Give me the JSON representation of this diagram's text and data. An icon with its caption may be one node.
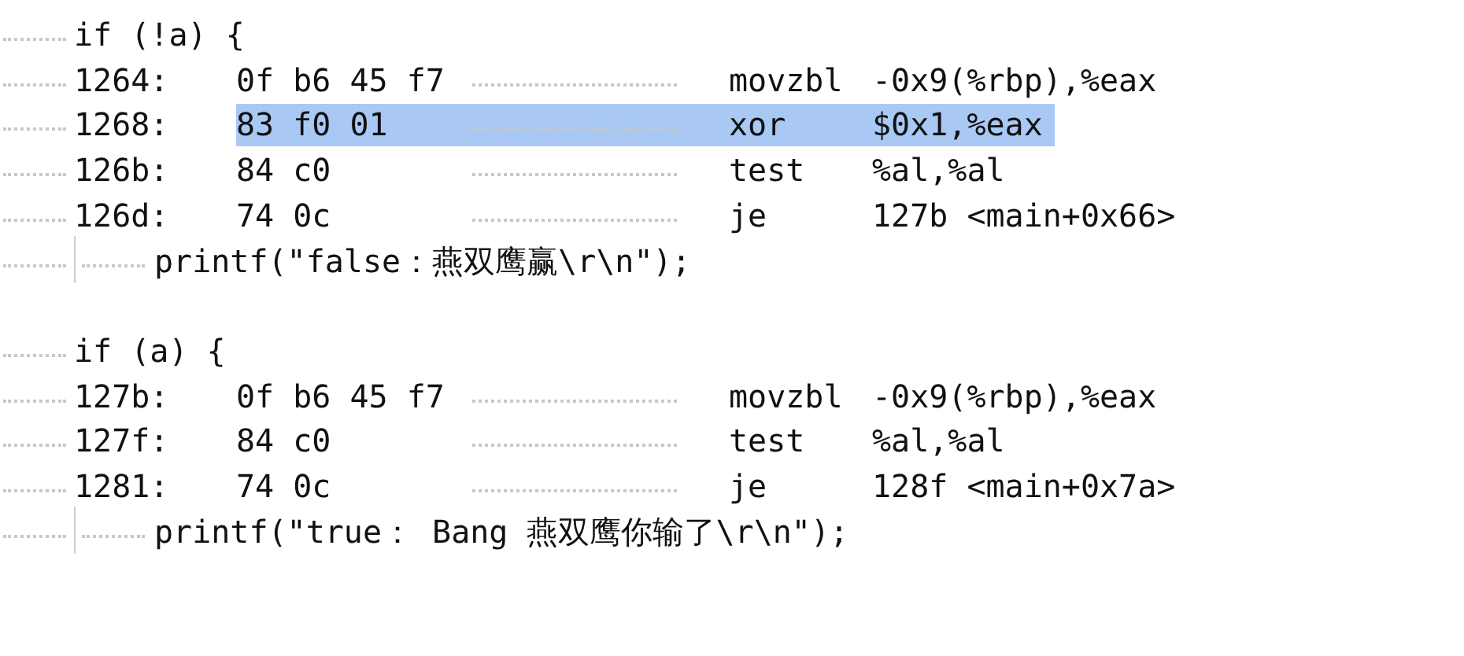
{
  "diagram": {
    "labels": [
      "if (!a) {",
      "1264:",
      "0f b6 45 f7",
      "movzbl",
      "-0x9(%rbp),%eax",
      "1268:",
      "83 f0 01",
      "xor",
      "$0x1,%eax",
      "126b:",
      "84 c0",
      "test",
      "%al,%al",
      "126d:",
      "74 0c",
      "je",
      "127b <main+0x66>",
      "printf(\"false：燕双鹰赢\\r\\n\");",
      "if (a) {",
      "127b:",
      "0f b6 45 f7",
      "movzbl",
      "-0x9(%rbp),%eax",
      "127f:",
      "84 c0",
      "test",
      "%al,%al",
      "1281:",
      "74 0c",
      "je",
      "128f <main+0x7a>",
      "printf(\"true： Bang 燕双鹰你输了\\r\\n\");"
    ]
  }
}
